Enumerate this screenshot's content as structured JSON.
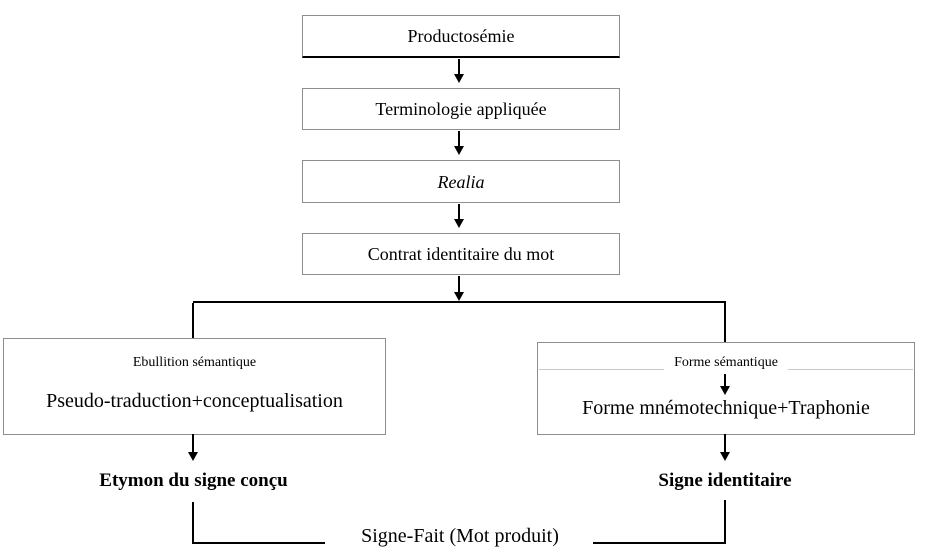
{
  "colors": {
    "background": "#ffffff",
    "box_border": "#8d8d8d",
    "line": "#000000",
    "heading_divider": "#c9c9c9",
    "text": "#000000"
  },
  "flow": {
    "top_boxes": [
      {
        "label": "Productosémie"
      },
      {
        "label": "Terminologie appliquée"
      },
      {
        "label": "Realia"
      },
      {
        "label": "Contrat identitaire du mot"
      }
    ],
    "left_branch": {
      "heading": "Ebullition sémantique",
      "body": "Pseudo-traduction+conceptualisation",
      "result": "Etymon du signe conçu"
    },
    "right_branch": {
      "heading": "Forme sémantique",
      "body": "Forme mnémotechnique+Traphonie",
      "result": "Signe identitaire"
    },
    "final": "Signe-Fait (Mot produit)"
  }
}
